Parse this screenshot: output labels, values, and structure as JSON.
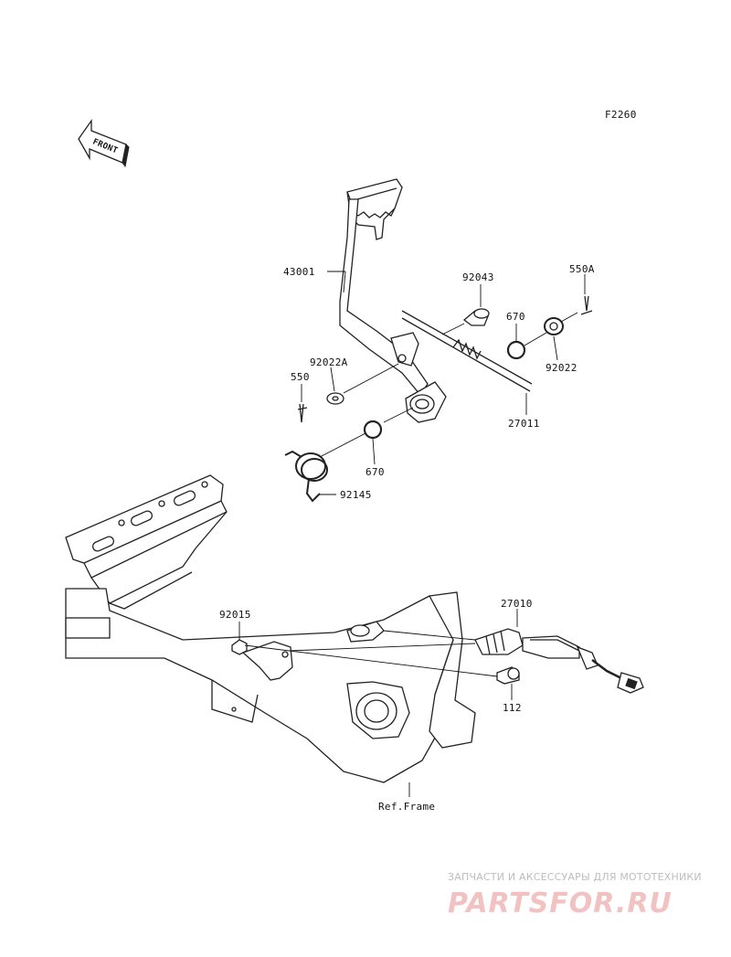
{
  "figure_code": "F2260",
  "front_marker": "FRONT",
  "parts": [
    {
      "id": "p43001",
      "label": "43001"
    },
    {
      "id": "p92043",
      "label": "92043"
    },
    {
      "id": "p550A",
      "label": "550A"
    },
    {
      "id": "p670a",
      "label": "670"
    },
    {
      "id": "p92022",
      "label": "92022"
    },
    {
      "id": "p92022A",
      "label": "92022A"
    },
    {
      "id": "p550",
      "label": "550"
    },
    {
      "id": "p27011",
      "label": "27011"
    },
    {
      "id": "p670b",
      "label": "670"
    },
    {
      "id": "p92145",
      "label": "92145"
    },
    {
      "id": "p92015",
      "label": "92015"
    },
    {
      "id": "p27010",
      "label": "27010"
    },
    {
      "id": "p112",
      "label": "112"
    }
  ],
  "reference": "Ref.Frame",
  "watermark": {
    "line1": "ЗАПЧАСТИ И АКСЕССУАРЫ ДЛЯ МОТОТЕХНИКИ",
    "line2": "PARTSFOR.RU"
  }
}
